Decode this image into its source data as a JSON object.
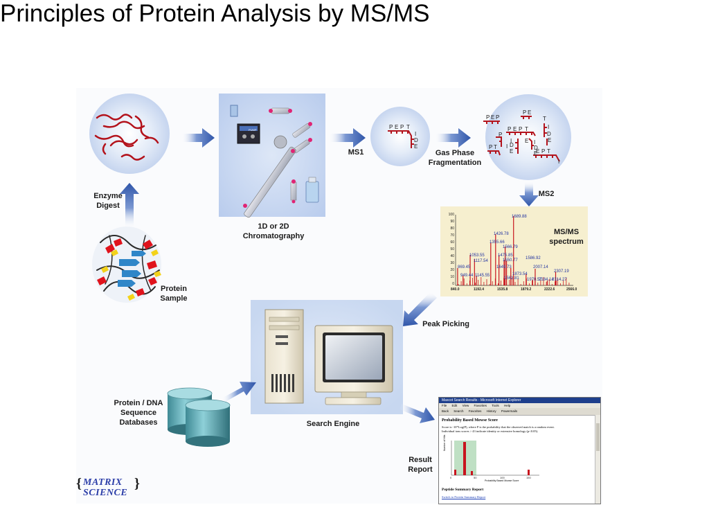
{
  "title": "Principles of Protein Analysis by MS/MS",
  "labels": {
    "enzyme_digest": [
      "Enzyme",
      "Digest"
    ],
    "protein_sample": [
      "Protein",
      "Sample"
    ],
    "chromatography": [
      "1D or 2D",
      "Chromatography"
    ],
    "ms1": "MS1",
    "gas_phase": [
      "Gas Phase",
      "Fragmentation"
    ],
    "ms2": "MS2",
    "msms_spectrum": [
      "MS/MS",
      "spectrum"
    ],
    "peak_picking": "Peak Picking",
    "databases": [
      "Protein / DNA",
      "Sequence",
      "Databases"
    ],
    "search_engine": "Search Engine",
    "result_report": [
      "Result",
      "Report"
    ]
  },
  "chromatography_pump_label": "PUMP",
  "peptide_letters": {
    "ms1": [
      "P",
      "E",
      "P",
      "T",
      "I",
      "D",
      "E"
    ]
  },
  "spectrum": {
    "y_ticks": [
      "100",
      "90",
      "80",
      "70",
      "60",
      "50",
      "40",
      "30",
      "20",
      "10",
      "0"
    ],
    "x_ticks": [
      "840.0",
      "1192.4",
      "1535.8",
      "1879.2",
      "2222.6",
      "2566.0"
    ],
    "peak_labels": [
      "1689.88",
      "1426.78",
      "1355.66",
      "1566.79",
      "1053.55",
      "1117.54",
      "1475.85",
      "1550.77",
      "1586.92",
      "869.45",
      "1649.73",
      "2007.14",
      "1873.54",
      "2307.19",
      "949.44",
      "1145.55",
      "1562.81",
      "1970.57",
      "2184.14",
      "2314.27"
    ]
  },
  "result_window": {
    "title": "Mascot Search Results - Microsoft Internet Explorer",
    "menu": [
      "File",
      "Edit",
      "View",
      "Favorites",
      "Tools",
      "Help"
    ],
    "toolbar": [
      "Back",
      "Search",
      "Favorites",
      "History",
      "Powermails"
    ],
    "heading": "Probability Based Mowse Score",
    "text1": "Score is -10*Log(P), where P is the probability that the observed match is a random event.",
    "text2": "Individual ions scores > 43 indicate identity or extensive homology (p<0.05).",
    "ylabel": "Number of Hits",
    "xlabel": "Probability Based Mowse Score",
    "x_ticks": [
      "0",
      "50",
      "100",
      "150"
    ],
    "summary_heading": "Peptide Summary Report",
    "link": "Switch to Protein Summary Report"
  },
  "logo": [
    "MATRIX",
    "SCIENCE"
  ],
  "colors": {
    "arrow": "#3b5fb0",
    "glow": "#c9d9f2",
    "peptide": "#b3121b",
    "spectrum_bg": "#f6efcf",
    "spectrum_peak": "#c8141e",
    "logo": "#2c3ea8"
  }
}
